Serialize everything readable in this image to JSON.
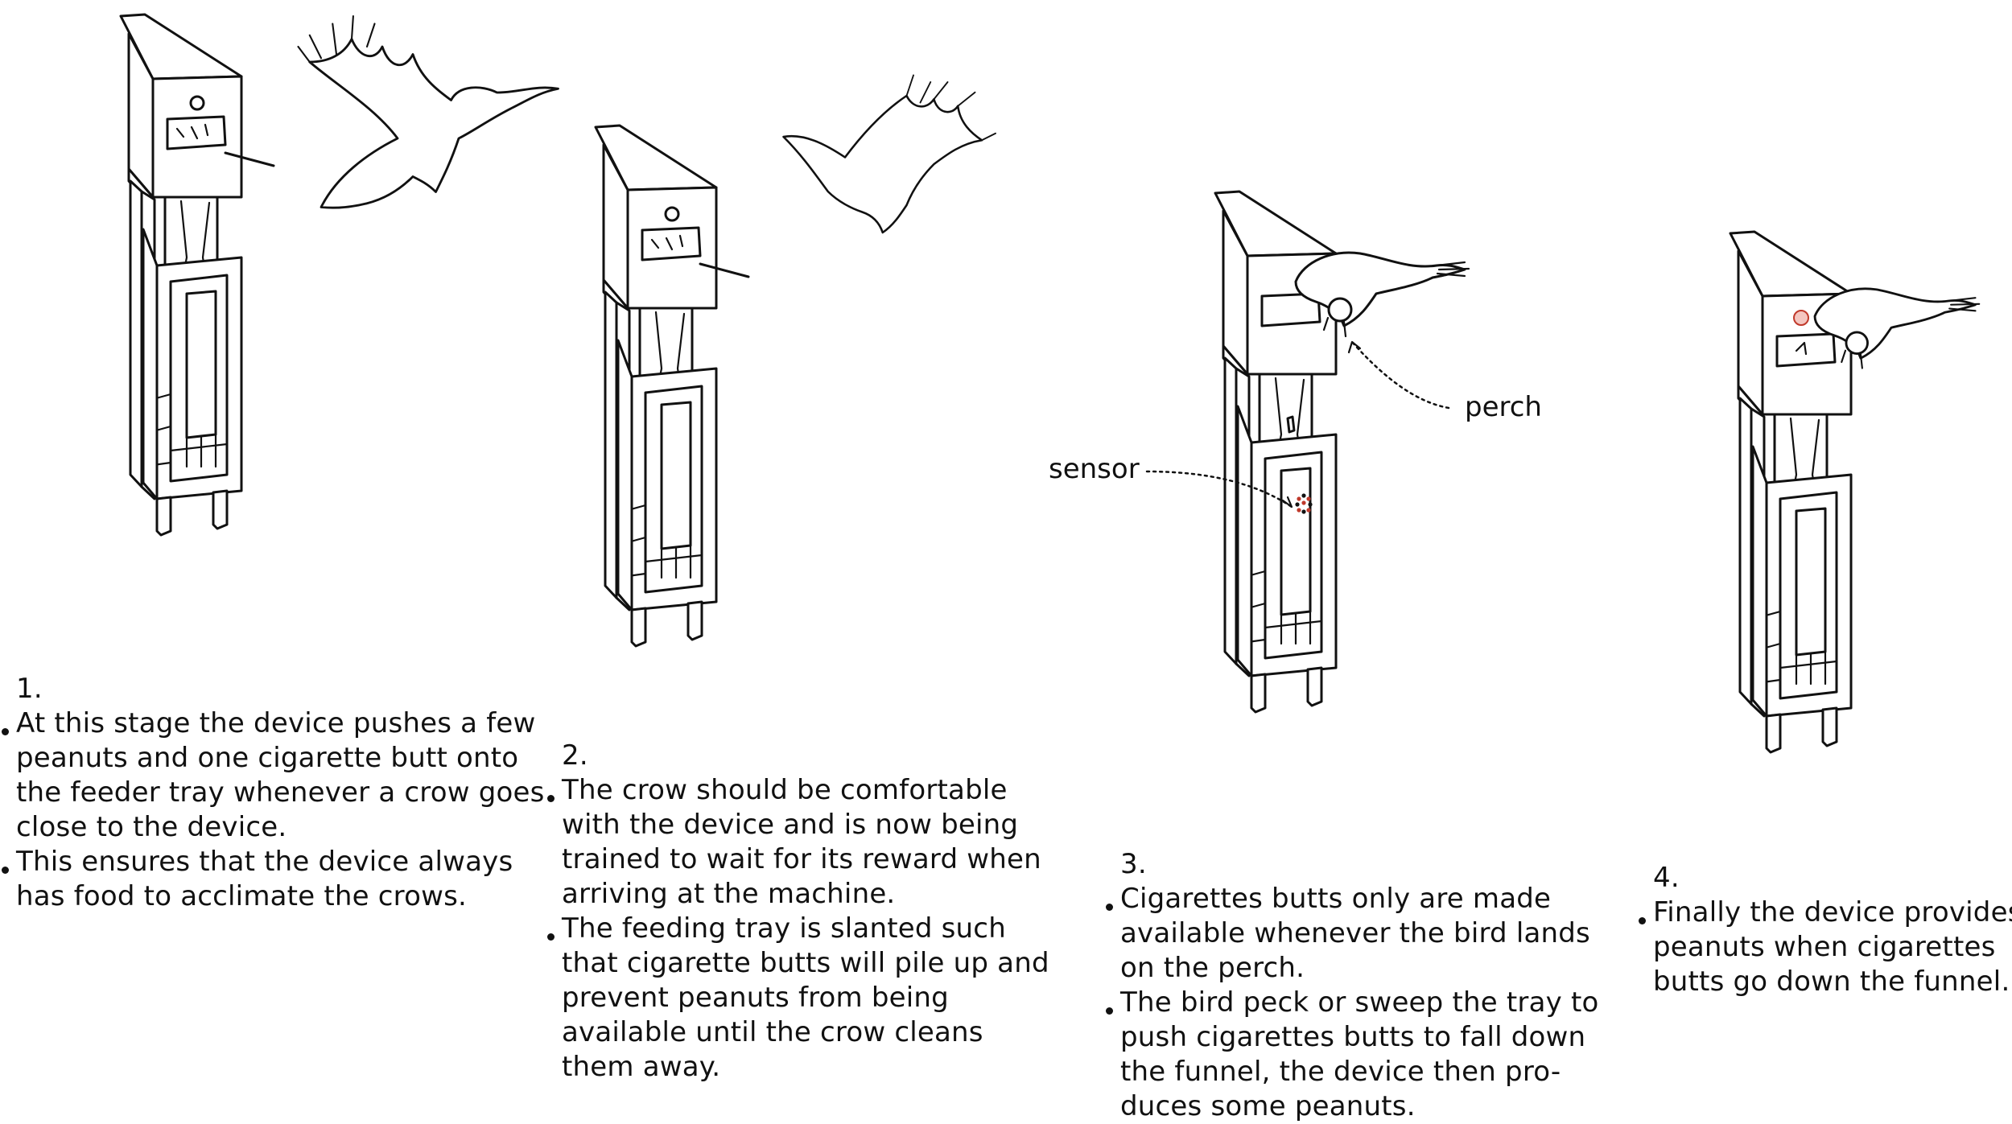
{
  "steps": [
    {
      "number": "1.",
      "bullets": [
        [
          "At this stage the device pushes a few",
          "peanuts and one cigarette butt onto",
          "the feeder tray whenever a crow goes",
          "close to the device."
        ],
        [
          "This ensures that the device always",
          "has food to acclimate the crows."
        ]
      ]
    },
    {
      "number": "2.",
      "bullets": [
        [
          "The crow should be comfortable",
          "with the device and is now being",
          "trained to wait for its reward when",
          "arriving at the machine."
        ],
        [
          "The feeding tray is slanted such",
          "that cigarette butts will pile up and",
          "prevent peanuts from being",
          "available until the crow cleans",
          "them away."
        ]
      ]
    },
    {
      "number": "3.",
      "bullets": [
        [
          "Cigarettes butts only are made",
          "available whenever the bird lands",
          "on the perch."
        ],
        [
          "The bird peck or sweep the tray to",
          "push cigarettes butts to fall down",
          "the funnel, the device then pro-",
          "duces some peanuts."
        ]
      ]
    },
    {
      "number": "4.",
      "bullets": [
        [
          "Finally the device  provides",
          "peanuts when cigarettes",
          "butts go down the funnel."
        ]
      ]
    }
  ],
  "labels": {
    "perch": "perch",
    "sensor": "sensor"
  },
  "colors": {
    "line": "#111111",
    "sensor_dots": "#c0392b",
    "peanut": "#c0392b"
  }
}
